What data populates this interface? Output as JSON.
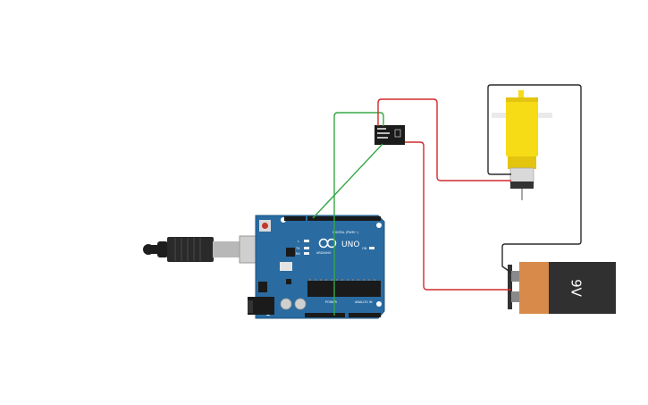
{
  "arduino": {
    "logo": "UNO",
    "brand": "ARDUINO",
    "digital_label": "DIGITAL (PWM~)",
    "power_label": "POWER",
    "analog_label": "ANALOG IN",
    "led_tx": "TX",
    "led_rx": "RX",
    "led_l": "L",
    "led_on": "ON"
  },
  "battery": {
    "label": "9V"
  },
  "colors": {
    "board": "#2a6ba1",
    "wire_red": "#d12b2b",
    "wire_green": "#36a745",
    "wire_black": "#2b2b2b",
    "motor_yellow": "#f5dc16",
    "battery_copper": "#d88a4a",
    "battery_body": "#303030"
  }
}
